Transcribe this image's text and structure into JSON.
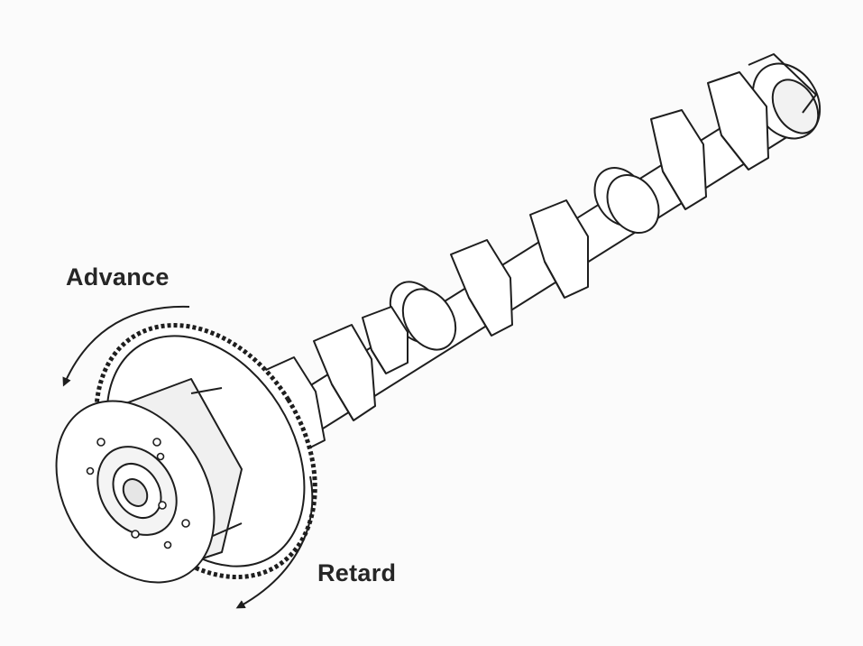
{
  "figure": {
    "subject": "camshaft-with-cvvt-sprocket",
    "labels": {
      "advance": "Advance",
      "retard": "Retard"
    },
    "colors": {
      "background": "#fbfbfb",
      "line": "#1e1e1e",
      "fill": "#ffffff",
      "shade": "#e6e6e6"
    }
  }
}
